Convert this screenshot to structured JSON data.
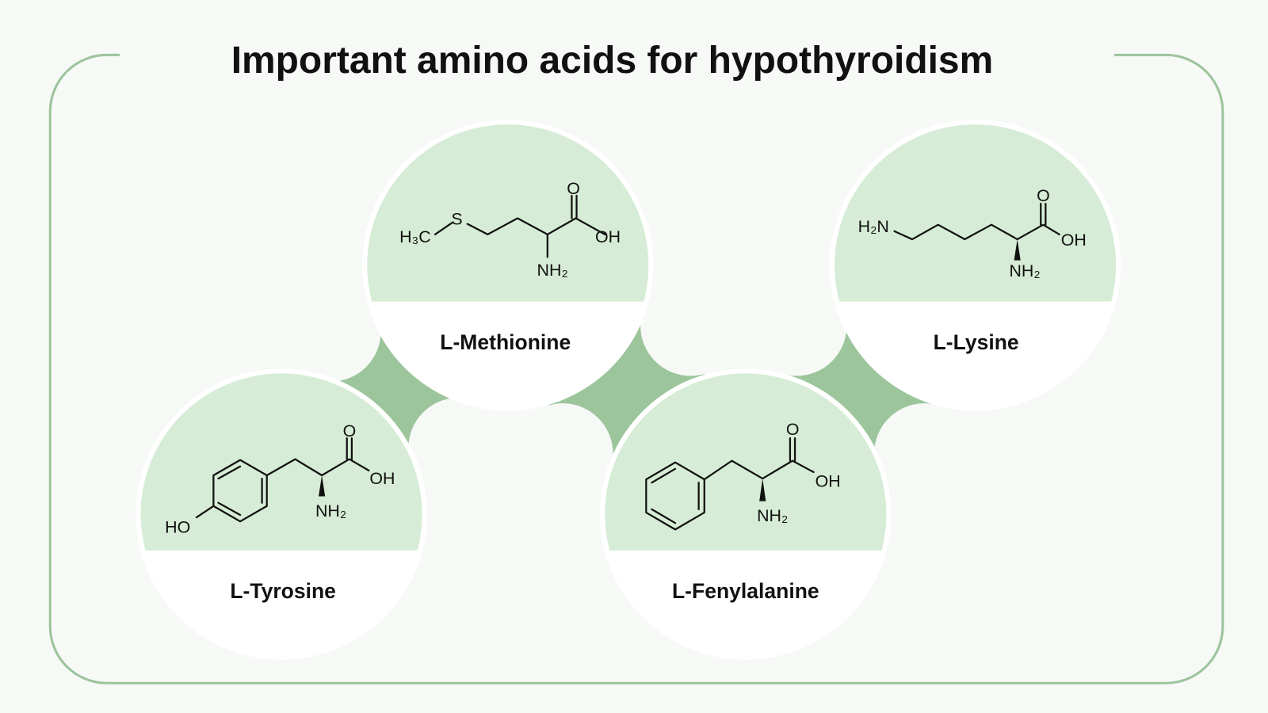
{
  "title": "Important amino acids for hypothyroidism",
  "colors": {
    "background": "#f7f9f7",
    "frame": "#9cc49c",
    "connector": "#9cc59c",
    "circle_top": "#d6ecd6",
    "circle_bottom": "#ffffff"
  },
  "molecules": [
    {
      "name": "L-Methionine",
      "atoms": {
        "methyl": "H₃C",
        "sulfur": "S",
        "oxygen": "O",
        "hydroxyl": "OH",
        "amine": "NH₂"
      }
    },
    {
      "name": "L-Lysine",
      "atoms": {
        "side_amine": "H₂N",
        "oxygen": "O",
        "hydroxyl": "OH",
        "amine": "NH₂"
      }
    },
    {
      "name": "L-Tyrosine",
      "atoms": {
        "phenol": "HO",
        "oxygen": "O",
        "hydroxyl": "OH",
        "amine": "NH₂"
      }
    },
    {
      "name": "L-Fenylalanine",
      "atoms": {
        "oxygen": "O",
        "hydroxyl": "OH",
        "amine": "NH₂"
      }
    }
  ]
}
